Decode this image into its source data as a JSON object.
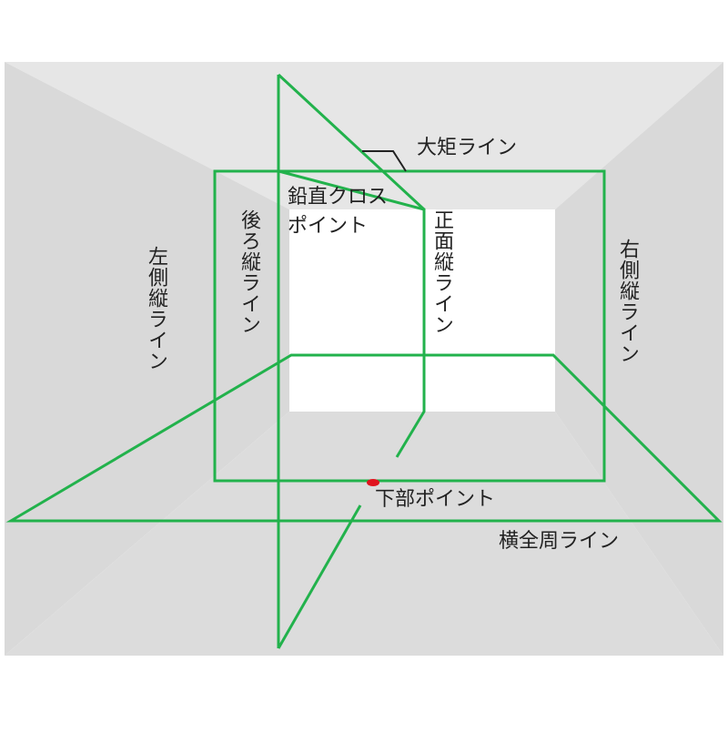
{
  "colors": {
    "laser_line": "#22b24c",
    "point_red": "#e0141e",
    "wall_side": "#d9d9d9",
    "wall_floor": "#dcdcdc",
    "wall_back_frame": "#e6e6e6",
    "back_wall": "#ffffff",
    "ink": "#222222"
  },
  "labels": {
    "plumb_cross_point_1": "鉛直クロス",
    "plumb_cross_point_2": "ポイント",
    "square_line": "大矩ライン",
    "rear_vertical_line": "後ろ縦ライン",
    "front_vertical_line": "正面縦ライン",
    "left_vertical_line": "左側縦ライン",
    "right_vertical_line": "右側縦ライン",
    "bottom_point": "下部ポイント",
    "horizontal_full_line": "横全周ライン"
  }
}
